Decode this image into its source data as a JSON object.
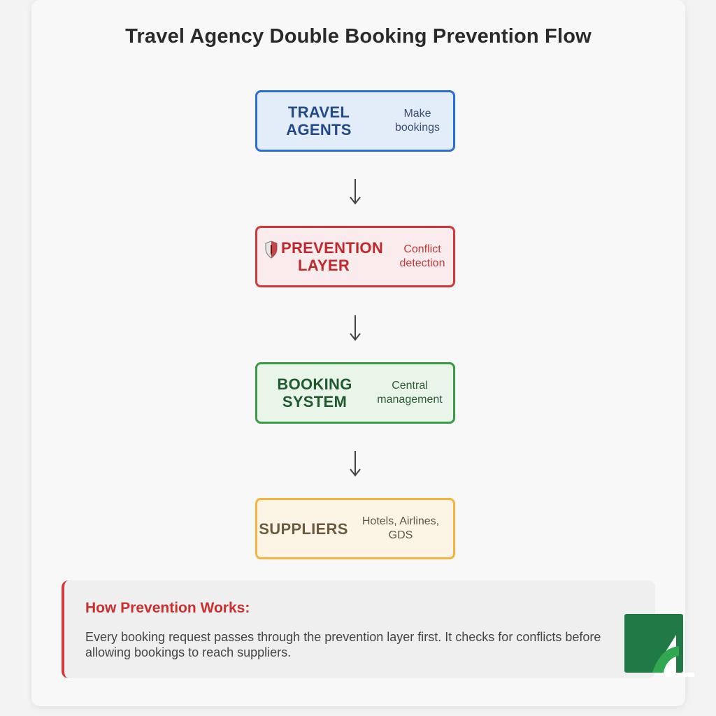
{
  "title": "Travel Agency Double Booking Prevention Flow",
  "nodes": [
    {
      "main_line1": "TRAVEL",
      "main_line2": "AGENTS",
      "sub_line1": "Make",
      "sub_line2": "bookings"
    },
    {
      "main_line1": "PREVENTION",
      "main_line2": "LAYER",
      "sub_line1": "Conflict",
      "sub_line2": "detection"
    },
    {
      "main_line1": "BOOKING",
      "main_line2": "SYSTEM",
      "sub_line1": "Central",
      "sub_line2": "management"
    },
    {
      "main_line1": "SUPPLIERS",
      "sub_line1": "Hotels, Airlines,",
      "sub_line2": "GDS"
    }
  ],
  "arrow_glyph": "↓",
  "info": {
    "title": "How Prevention Works:",
    "text": "Every booking request passes through the prevention layer first. It checks for conflicts before allowing bookings to reach suppliers."
  },
  "colors": {
    "agents": "#2b6fd6",
    "prevention": "#d0393b",
    "booking": "#3a9a45",
    "suppliers": "#f4b23e"
  }
}
